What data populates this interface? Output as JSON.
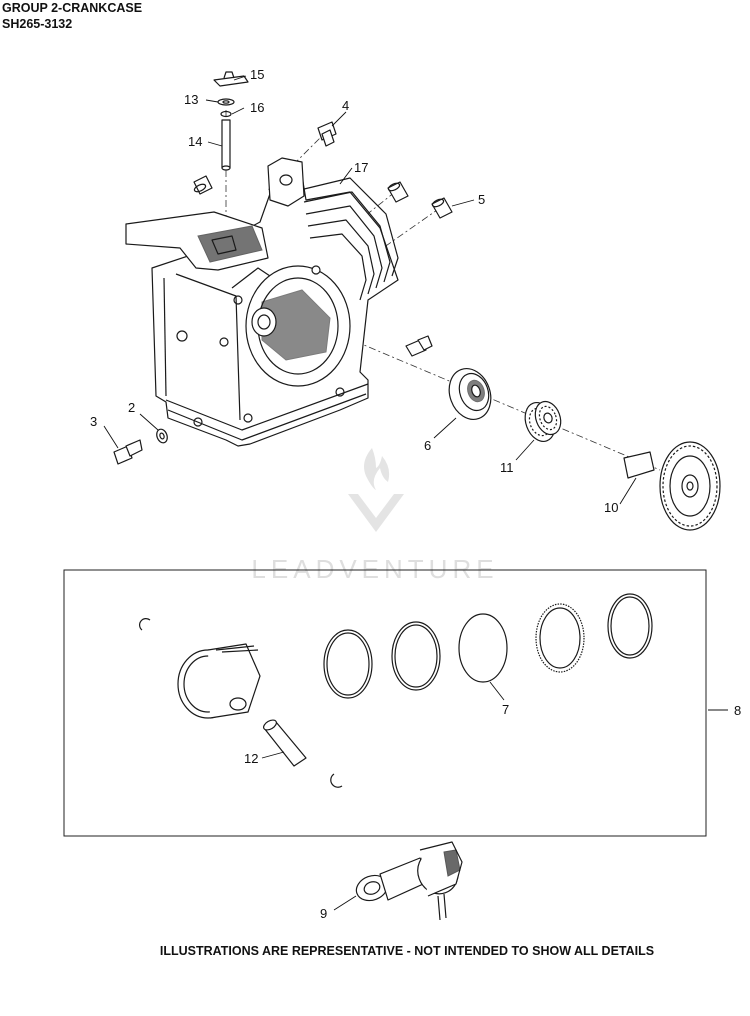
{
  "header": {
    "title": "GROUP 2-CRANKCASE",
    "subtitle": "SH265-3132"
  },
  "watermark": {
    "text": "LEADVENTURE"
  },
  "footer": {
    "note": "ILLUSTRATIONS ARE REPRESENTATIVE - NOT INTENDED TO SHOW ALL DETAILS"
  },
  "callouts": {
    "c15": "15",
    "c13": "13",
    "c16": "16",
    "c14": "14",
    "c4": "4",
    "c17": "17",
    "c5": "5",
    "c3": "3",
    "c2": "2",
    "c6": "6",
    "c11": "11",
    "c10": "10",
    "c7": "7",
    "c8": "8",
    "c12": "12",
    "c9": "9"
  },
  "colors": {
    "line": "#1a1a1a",
    "watermark": "#dedede"
  }
}
